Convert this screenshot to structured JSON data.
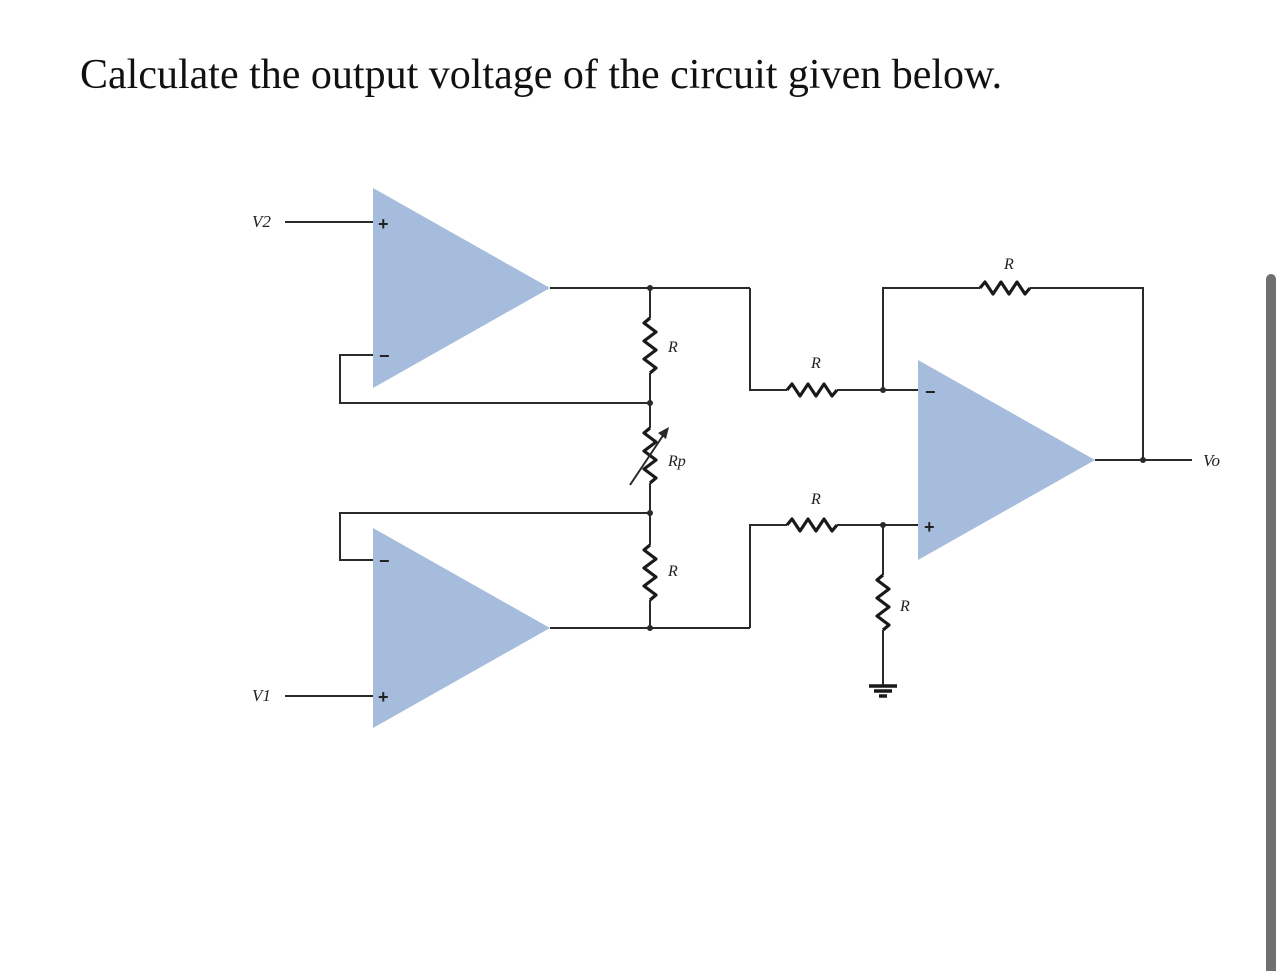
{
  "question": "Calculate the output voltage of the circuit given below.",
  "colors": {
    "opamp_fill": "#a6bcdc",
    "wire": "#2a2a2a",
    "text": "#111111"
  },
  "labels": {
    "v2": "V2",
    "v1": "V1",
    "vo": "Vo",
    "r_top": "R",
    "rp": "Rp",
    "r_bottom": "R",
    "r_upper_input": "R",
    "r_lower_input": "R",
    "r_feedback": "R",
    "r_ground": "R",
    "plus": "+",
    "minus": "−"
  }
}
